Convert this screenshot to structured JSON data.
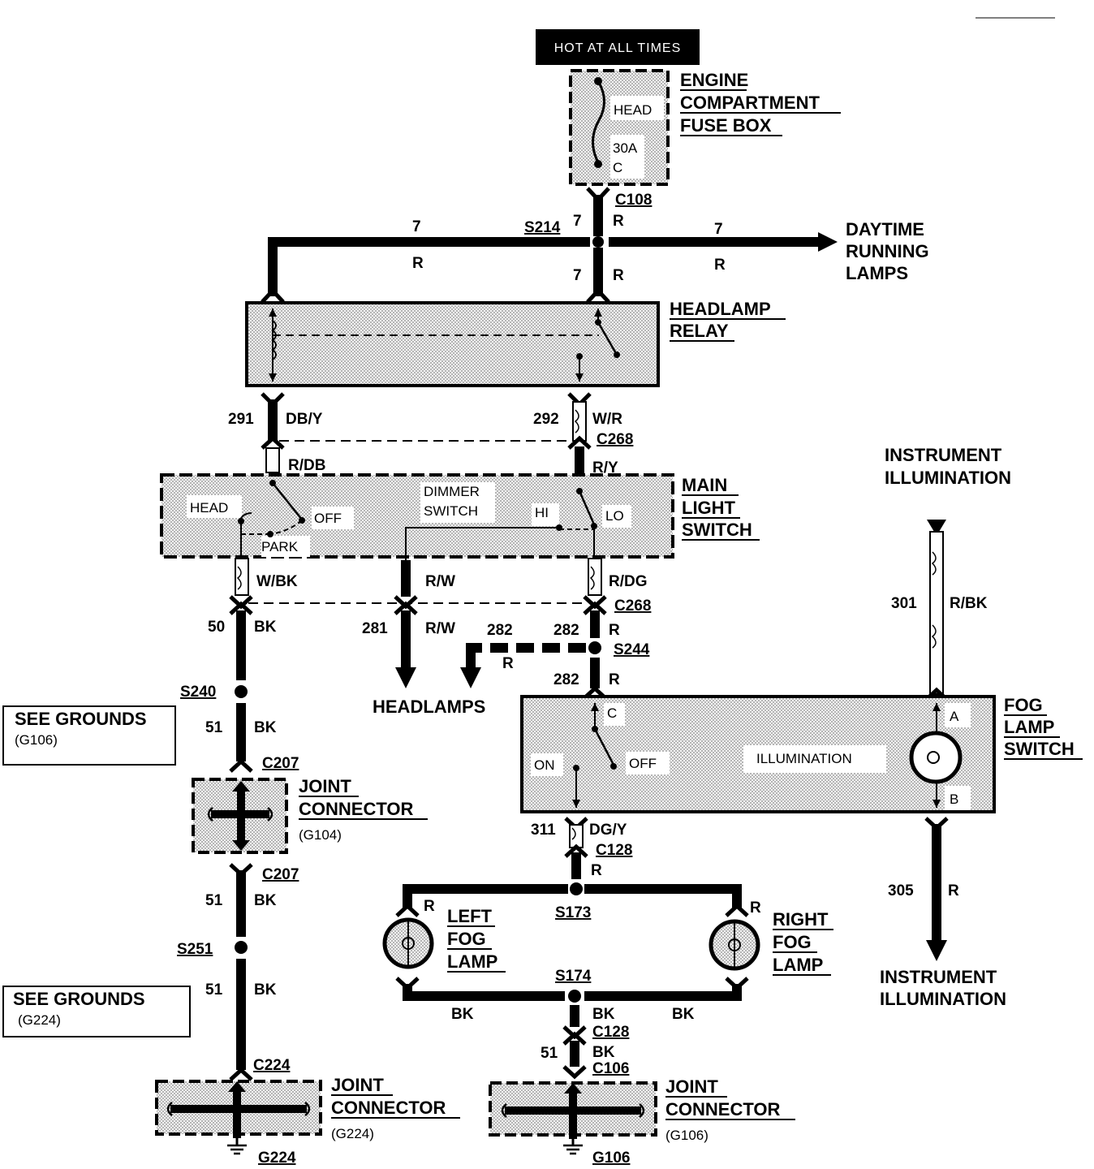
{
  "title_badge": "HOT AT ALL TIMES",
  "engine_fuse_box": {
    "label_lines": [
      "ENGINE",
      "COMPARTMENT",
      "FUSE BOX"
    ],
    "fuse_name": "HEAD",
    "fuse_rating": "30A",
    "terminal": "C"
  },
  "connectors": {
    "c108": "C108",
    "s214": "S214",
    "c268_top": "C268",
    "c268_bottom": "C268",
    "s244": "S244",
    "s240": "S240",
    "c207_top": "C207",
    "c207_bottom": "C207",
    "s251": "S251",
    "c224": "C224",
    "g224": "G224",
    "c128_top": "C128",
    "s173": "S173",
    "s174": "S174",
    "c128_bottom": "C128",
    "c106": "C106",
    "g106": "G106"
  },
  "wires": {
    "w7_left_num": "7",
    "w7_left_color": "R",
    "w7_top_num": "7",
    "w7_top_color": "R",
    "w7_mid_num": "7",
    "w7_mid_color": "R",
    "w7_right_num": "7",
    "w7_right_color": "R",
    "w291_num": "291",
    "w291_color": "DB/Y",
    "w292_num": "292",
    "w292_color": "W/R",
    "rdb_color": "R/DB",
    "ry_color": "R/Y",
    "wbk_color": "W/BK",
    "rw_upper_color": "R/W",
    "rdg_color": "R/DG",
    "w50_num": "50",
    "w50_color": "BK",
    "w281_num": "281",
    "w281_color": "R/W",
    "w282a_num": "282",
    "w282a_color": "R",
    "w282b_num": "282",
    "w282b_color": "R",
    "w282c_num": "282",
    "w282c_color": "R",
    "w51a_num": "51",
    "w51a_color": "BK",
    "w51b_num": "51",
    "w51b_color": "BK",
    "w51c_num": "51",
    "w51c_color": "BK",
    "w301_num": "301",
    "w301_color": "R/BK",
    "w311_num": "311",
    "w311_color": "DG/Y",
    "w311_r": "R",
    "w305_num": "305",
    "w305_color": "R",
    "lf_color": "R",
    "rf_color": "R",
    "bk_left": "BK",
    "bk_mid": "BK",
    "bk_right": "BK",
    "w51d_num": "51",
    "w51d_color": "BK"
  },
  "components": {
    "daytime_lines": [
      "DAYTIME",
      "RUNNING",
      "LAMPS"
    ],
    "headlamp_relay_lines": [
      "HEADLAMP",
      "RELAY"
    ],
    "main_switch_lines": [
      "MAIN",
      "LIGHT",
      "SWITCH"
    ],
    "ms_head": "HEAD",
    "ms_off": "OFF",
    "ms_park": "PARK",
    "ms_dimmer_lines": [
      "DIMMER",
      "SWITCH"
    ],
    "ms_hi": "HI",
    "ms_lo": "LO",
    "headlamps": "HEADLAMPS",
    "instr_top_lines": [
      "INSTRUMENT",
      "ILLUMINATION"
    ],
    "fog_switch_lines": [
      "FOG",
      "LAMP",
      "SWITCH"
    ],
    "fog_c": "C",
    "fog_on": "ON",
    "fog_off": "OFF",
    "fog_illum": "ILLUMINATION",
    "fog_a": "A",
    "fog_b": "B",
    "see_grounds_1": "SEE GROUNDS",
    "see_grounds_1_sub": "(G106)",
    "see_grounds_2": "SEE GROUNDS",
    "see_grounds_2_sub": "(G224)",
    "joint1_lines": [
      "JOINT",
      "CONNECTOR"
    ],
    "joint1_sub": "(G104)",
    "joint2_lines": [
      "JOINT",
      "CONNECTOR"
    ],
    "joint2_sub": "(G224)",
    "joint3_lines": [
      "JOINT",
      "CONNECTOR"
    ],
    "joint3_sub": "(G106)",
    "left_fog_lines": [
      "LEFT",
      "FOG",
      "LAMP"
    ],
    "right_fog_lines": [
      "RIGHT",
      "FOG",
      "LAMP"
    ],
    "instr_bottom_lines": [
      "INSTRUMENT",
      "ILLUMINATION"
    ]
  }
}
